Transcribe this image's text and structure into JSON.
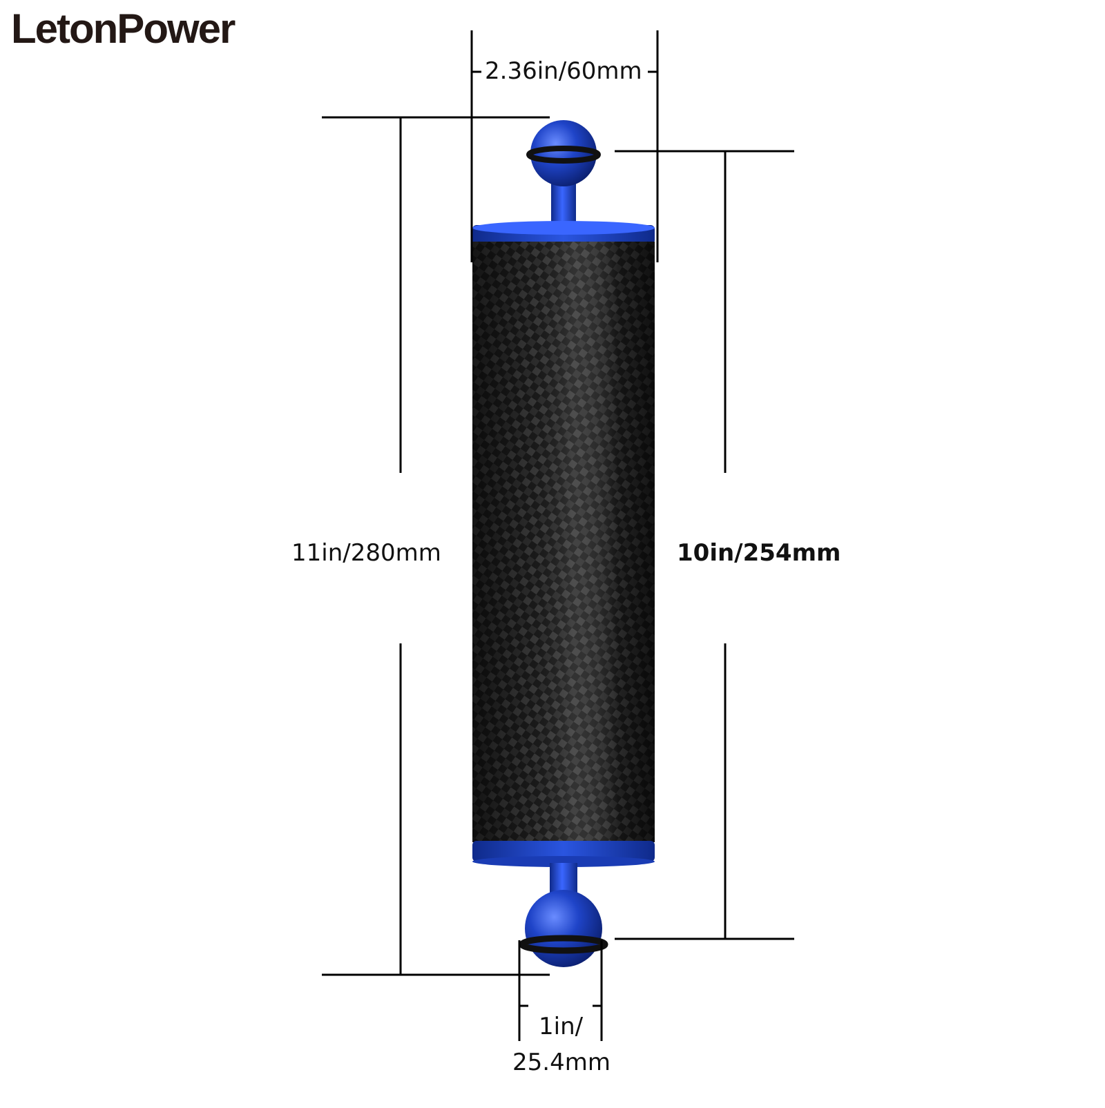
{
  "brand": {
    "name": "LetonPower"
  },
  "dimensions": {
    "width_label": "2.36in/60mm",
    "total_length_label": "11in/280mm",
    "tube_length_label": "10in/254mm",
    "ball_diameter_line1": "1in/",
    "ball_diameter_line2": "25.4mm"
  },
  "colors": {
    "anodized_blue": "#1f44c8",
    "carbon": "#1a1a1a",
    "dimension_line": "#000000"
  }
}
